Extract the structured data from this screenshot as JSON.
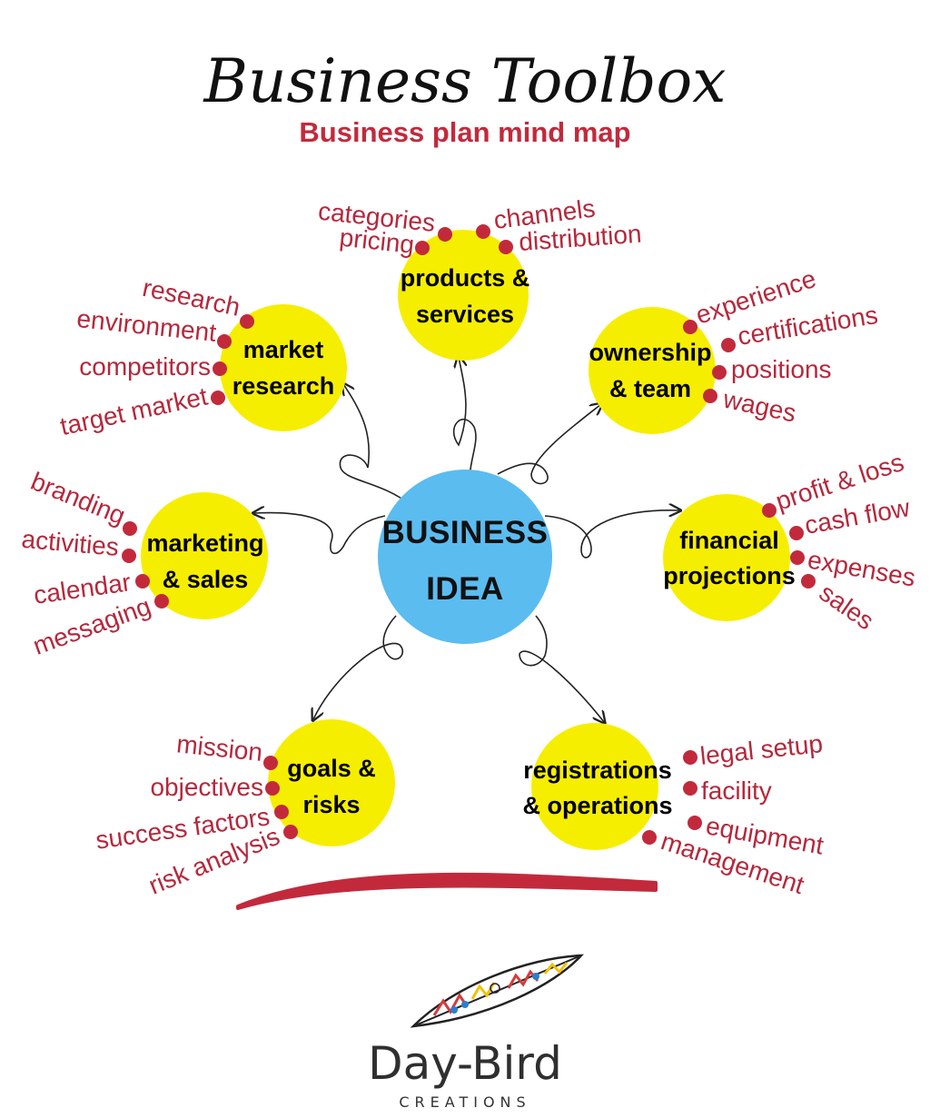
{
  "header": {
    "title": "Business Toolbox",
    "subtitle": "Business plan mind map"
  },
  "center": {
    "line1": "BUSINESS",
    "line2": "IDEA"
  },
  "nodes": [
    {
      "id": "products",
      "line1": "products &",
      "line2": "services",
      "leaves": [
        "categories",
        "pricing",
        "channels",
        "distribution"
      ]
    },
    {
      "id": "market",
      "line1": "market",
      "line2": "research",
      "leaves": [
        "research",
        "environment",
        "competitors",
        "target market"
      ]
    },
    {
      "id": "ownership",
      "line1": "ownership",
      "line2": "& team",
      "leaves": [
        "experience",
        "certifications",
        "positions",
        "wages"
      ]
    },
    {
      "id": "marketing",
      "line1": "marketing",
      "line2": "& sales",
      "leaves": [
        "branding",
        "activities",
        "calendar",
        "messaging"
      ]
    },
    {
      "id": "financial",
      "line1": "financial",
      "line2": "projections",
      "leaves": [
        "profit & loss",
        "cash flow",
        "expenses",
        "sales"
      ]
    },
    {
      "id": "goals",
      "line1": "goals &",
      "line2": "risks",
      "leaves": [
        "mission",
        "objectives",
        "success factors",
        "risk analysis"
      ]
    },
    {
      "id": "registrations",
      "line1": "registrations",
      "line2": "& operations",
      "leaves": [
        "legal setup",
        "facility",
        "equipment",
        "management"
      ]
    }
  ],
  "brand": {
    "name": "Day-Bird",
    "tagline": "CREATIONS"
  },
  "colors": {
    "node_fill": "#f6ee00",
    "center_fill": "#5bbcf0",
    "accent": "#c22a3c",
    "leaf_text": "#b5283c"
  }
}
